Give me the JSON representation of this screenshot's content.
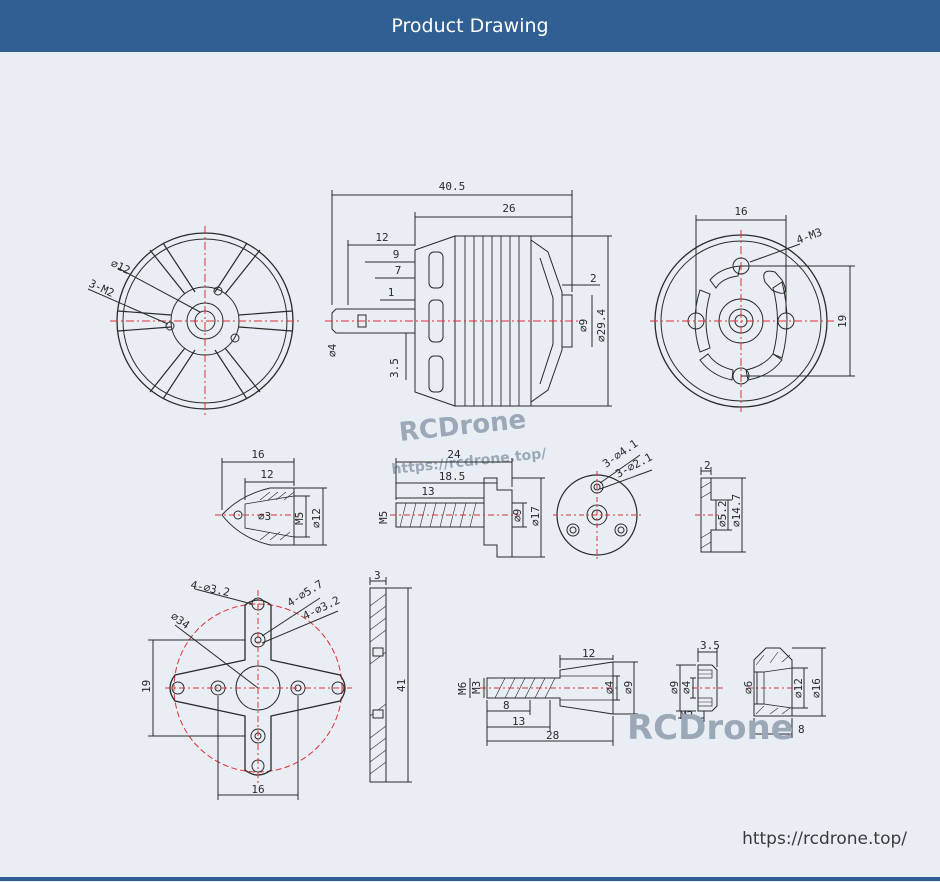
{
  "header": {
    "title": "Product Drawing"
  },
  "motor_side": {
    "overall_length": "40.5",
    "body_length": "26",
    "shaft_section": "12",
    "dim_9": "9",
    "dim_7": "7",
    "dim_1": "1",
    "dim_2": "2",
    "shaft_dia": "⌀4",
    "dim_3_5": "3.5",
    "bell_bore": "⌀9",
    "body_dia": "⌀29.4"
  },
  "motor_front": {
    "circle": "⌀12",
    "screws": "3-M2"
  },
  "motor_rear": {
    "spacing": "16",
    "screws": "4-M3",
    "height": "19"
  },
  "prop_nut": {
    "length": "16",
    "inner": "12",
    "hole": "⌀3",
    "thread": "M5",
    "dia": "⌀12"
  },
  "prop_adapter": {
    "total": "24",
    "mid": "18.5",
    "short": "13",
    "thread": "M5",
    "d9": "⌀9",
    "d17": "⌀17"
  },
  "collet_disk": {
    "holes_a": "3-⌀4.1",
    "holes_b": "3-⌀2.1"
  },
  "washer": {
    "thick": "2",
    "inner": "⌀5.2",
    "outer": "⌀14.7"
  },
  "x_mount": {
    "holes_a": "4-⌀3.2",
    "holes_b": "4-⌀5.7",
    "holes_c": "4-⌀3.2",
    "circle": "⌀34",
    "height": "19",
    "width": "16"
  },
  "mount_side": {
    "thick": "3",
    "length": "41"
  },
  "shaft_adapter": {
    "length_12": "12",
    "m6": "M6",
    "m3": "M3",
    "d4": "⌀4",
    "d9": "⌀9",
    "len8": "8",
    "len13": "13",
    "len28": "28"
  },
  "small_collet": {
    "width": "3.5",
    "d9": "⌀9",
    "d4": "⌀4",
    "screw": "M2"
  },
  "cone_nut": {
    "d6": "⌀6",
    "d12": "⌀12",
    "d16": "⌀16",
    "len8": "8"
  },
  "watermark": {
    "brand_a": "RCDrone",
    "url_a": "https://rcdrone.top/",
    "brand_b": "RCDrone"
  },
  "footer": {
    "url": "https://rcdrone.top/"
  },
  "colors": {
    "header": "#2f5f93",
    "background": "#e9eef5",
    "line": "#2a2a2a",
    "center_mark": "#e03030"
  }
}
